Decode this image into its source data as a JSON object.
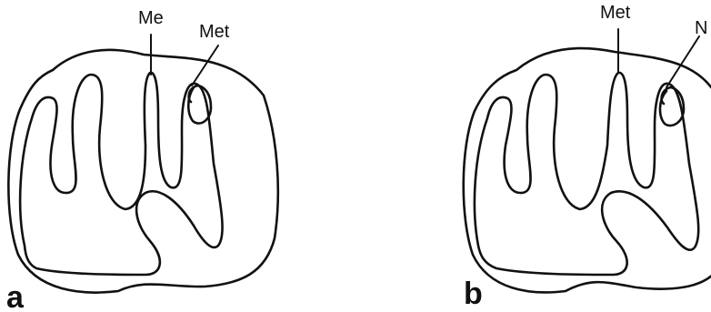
{
  "panels": [
    {
      "letter": "a",
      "labels": [
        "Me",
        "Met"
      ]
    },
    {
      "letter": "b",
      "labels": [
        "Met",
        "N"
      ]
    }
  ]
}
